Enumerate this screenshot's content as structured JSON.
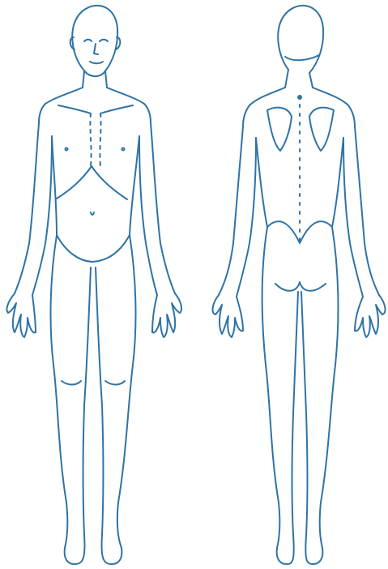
{
  "diagram": {
    "views": [
      {
        "id": "front",
        "name": "front-view"
      },
      {
        "id": "back",
        "name": "back-view"
      }
    ],
    "style": {
      "line_color": "#2f73a6",
      "background": "#ffffff"
    }
  }
}
